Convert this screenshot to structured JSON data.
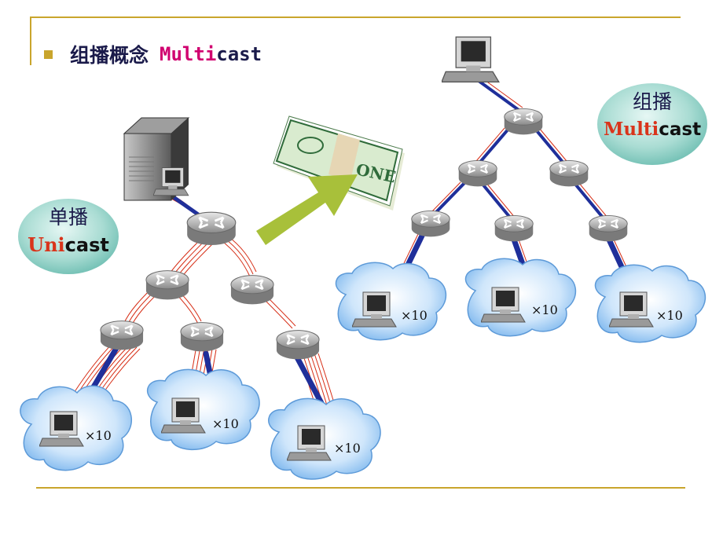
{
  "title": {
    "chinese": "组播概念",
    "highlight": "Multi",
    "rest": "cast"
  },
  "unicast_label": {
    "chinese": "单播",
    "highlight": "Uni",
    "rest": "cast"
  },
  "multicast_label": {
    "chinese": "组播",
    "highlight": "Multi",
    "rest": "cast"
  },
  "cloud_count": "×10",
  "colors": {
    "accent_line": "#c9a52c",
    "link": "#1f2f9a",
    "red_lines": "#d62c14",
    "highlight": "#d0006f",
    "label_red": "#d9341b",
    "arrow": "#a8c03a"
  },
  "icons": [
    "server-icon",
    "router-icon",
    "pc-icon",
    "cloud-icon",
    "banknote-icon",
    "arrow-icon"
  ]
}
